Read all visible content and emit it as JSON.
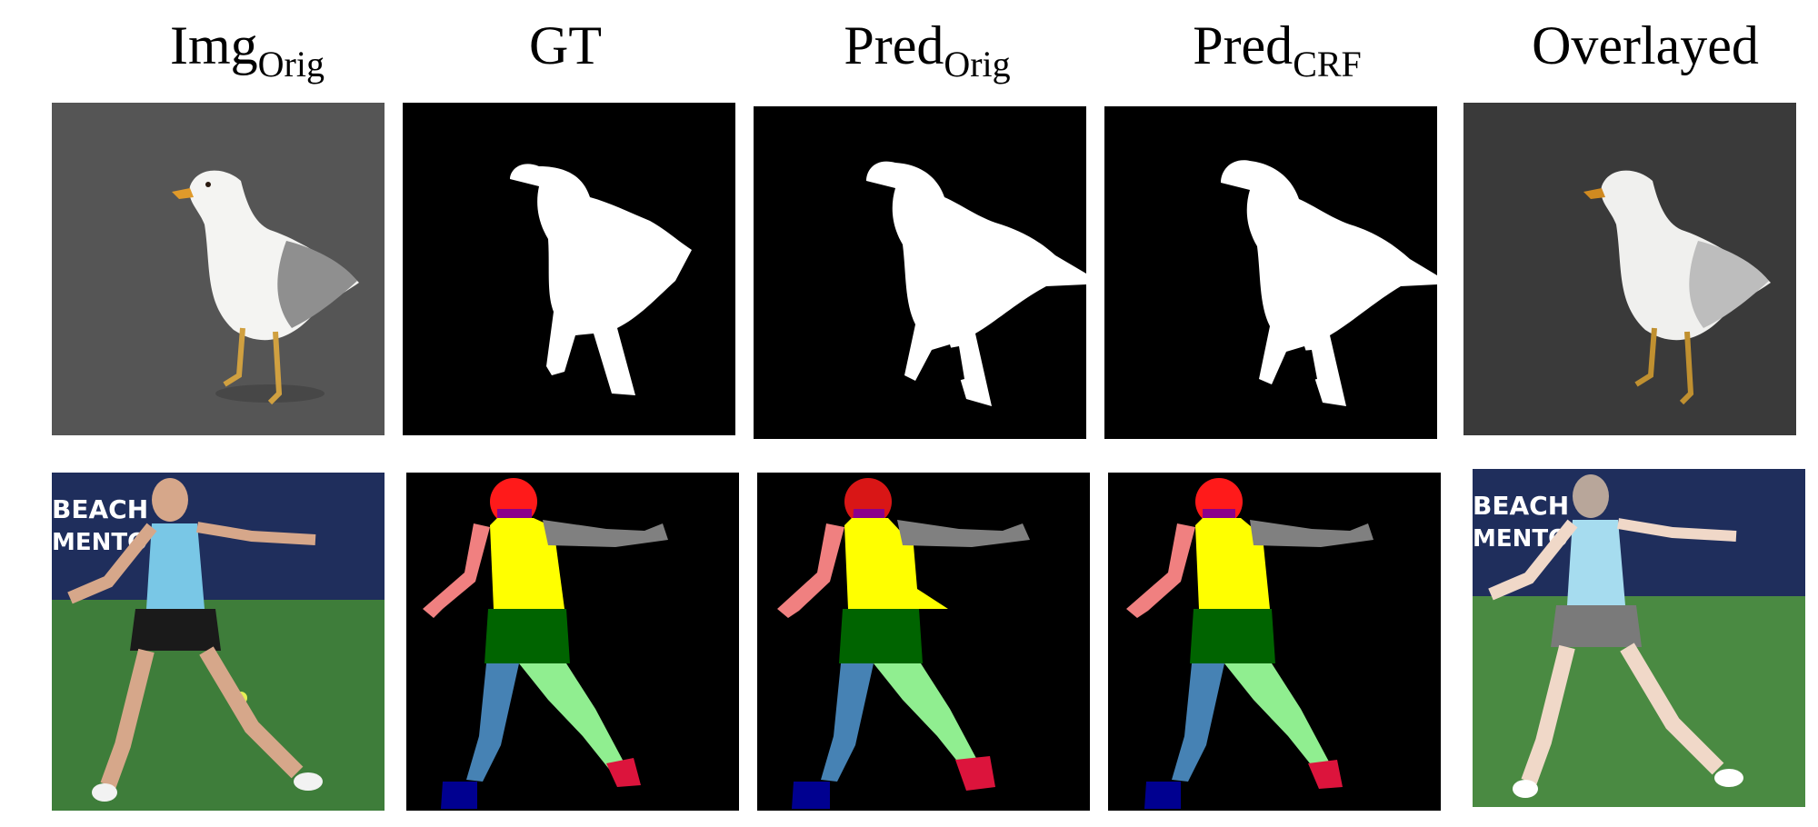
{
  "columns": [
    {
      "main": "Img",
      "sub": "Orig"
    },
    {
      "main": "GT",
      "sub": ""
    },
    {
      "main": "Pred",
      "sub": "Orig"
    },
    {
      "main": "Pred",
      "sub": "CRF"
    },
    {
      "main": "Overlayed",
      "sub": ""
    }
  ],
  "rows": [
    "seagull",
    "tennis-player"
  ],
  "colors": {
    "background": "#000000",
    "foreground": "#ffffff",
    "hair": "#ff1a1a",
    "face": "#8b008b",
    "upper_clothes": "#ffff00",
    "left_arm": "#f08080",
    "right_arm": "#808080",
    "pants": "#006400",
    "left_leg": "#4682b4",
    "right_leg": "#90ee90",
    "left_shoe": "#000090",
    "right_shoe": "#dc143c",
    "asphalt": "#5a5a5a",
    "court_green": "#3e7d3a",
    "banner_navy": "#1f2e5c"
  }
}
